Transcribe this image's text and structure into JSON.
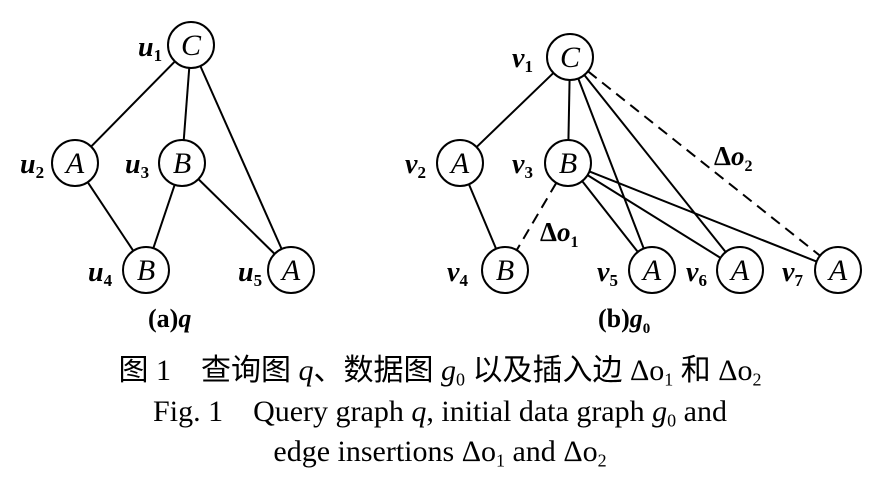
{
  "graph_q": {
    "nodes": [
      {
        "id": "u1",
        "name": "u",
        "sub": "1",
        "letter": "C"
      },
      {
        "id": "u2",
        "name": "u",
        "sub": "2",
        "letter": "A"
      },
      {
        "id": "u3",
        "name": "u",
        "sub": "3",
        "letter": "B"
      },
      {
        "id": "u4",
        "name": "u",
        "sub": "4",
        "letter": "B"
      },
      {
        "id": "u5",
        "name": "u",
        "sub": "5",
        "letter": "A"
      }
    ],
    "edges": [
      [
        "u1",
        "u2"
      ],
      [
        "u1",
        "u3"
      ],
      [
        "u1",
        "u5"
      ],
      [
        "u2",
        "u4"
      ],
      [
        "u3",
        "u4"
      ],
      [
        "u3",
        "u5"
      ]
    ],
    "label": {
      "prefix": "(a)",
      "var": "q",
      "sub": ""
    }
  },
  "graph_g0": {
    "nodes": [
      {
        "id": "v1",
        "name": "v",
        "sub": "1",
        "letter": "C"
      },
      {
        "id": "v2",
        "name": "v",
        "sub": "2",
        "letter": "A"
      },
      {
        "id": "v3",
        "name": "v",
        "sub": "3",
        "letter": "B"
      },
      {
        "id": "v4",
        "name": "v",
        "sub": "4",
        "letter": "B"
      },
      {
        "id": "v5",
        "name": "v",
        "sub": "5",
        "letter": "A"
      },
      {
        "id": "v6",
        "name": "v",
        "sub": "6",
        "letter": "A"
      },
      {
        "id": "v7",
        "name": "v",
        "sub": "7",
        "letter": "A"
      }
    ],
    "edges": [
      [
        "v1",
        "v2"
      ],
      [
        "v1",
        "v3"
      ],
      [
        "v1",
        "v5"
      ],
      [
        "v1",
        "v6"
      ],
      [
        "v2",
        "v4"
      ],
      [
        "v3",
        "v5"
      ],
      [
        "v3",
        "v6"
      ],
      [
        "v3",
        "v7"
      ]
    ],
    "inserted_edges": [
      {
        "from": "v3",
        "to": "v4",
        "label": "Δo",
        "sub": "1"
      },
      {
        "from": "v1",
        "to": "v7",
        "label": "Δo",
        "sub": "2"
      }
    ],
    "label": {
      "prefix": "(b)",
      "var": "g",
      "sub": "0"
    }
  },
  "caption": {
    "cn": {
      "fig": "图 1",
      "t1": "查询图 ",
      "q": "q",
      "t2": "、数据图 ",
      "g": "g",
      "gsub": "0",
      "t3": " 以及插入边 ",
      "d1": "Δo",
      "d1sub": "1",
      "t4": " 和 ",
      "d2": "Δo",
      "d2sub": "2"
    },
    "en1": {
      "fig": "Fig. 1",
      "t1": "Query graph ",
      "q": "q",
      "t2": ", initial data graph ",
      "g": "g",
      "gsub": "0",
      "t3": " and"
    },
    "en2": {
      "t1": "edge insertions ",
      "d1": "Δo",
      "d1sub": "1",
      "t2": " and ",
      "d2": "Δo",
      "d2sub": "2"
    }
  }
}
